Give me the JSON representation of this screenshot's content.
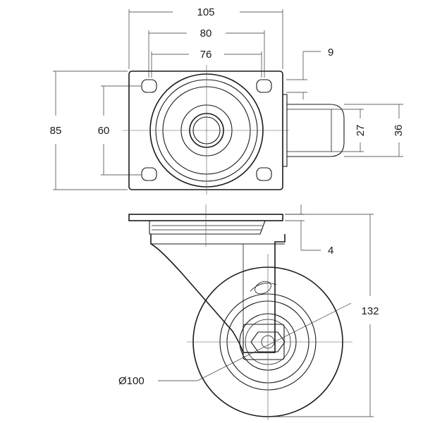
{
  "dimensions": {
    "plate_width": "105",
    "hole_spacing_x_outer": "80",
    "hole_spacing_x_inner": "76",
    "offset": "9",
    "plate_length": "85",
    "hole_spacing_y": "60",
    "wheel_width_inner": "27",
    "wheel_width_outer": "36",
    "plate_thickness": "4",
    "overall_height": "132",
    "wheel_diameter": "Ø100"
  }
}
